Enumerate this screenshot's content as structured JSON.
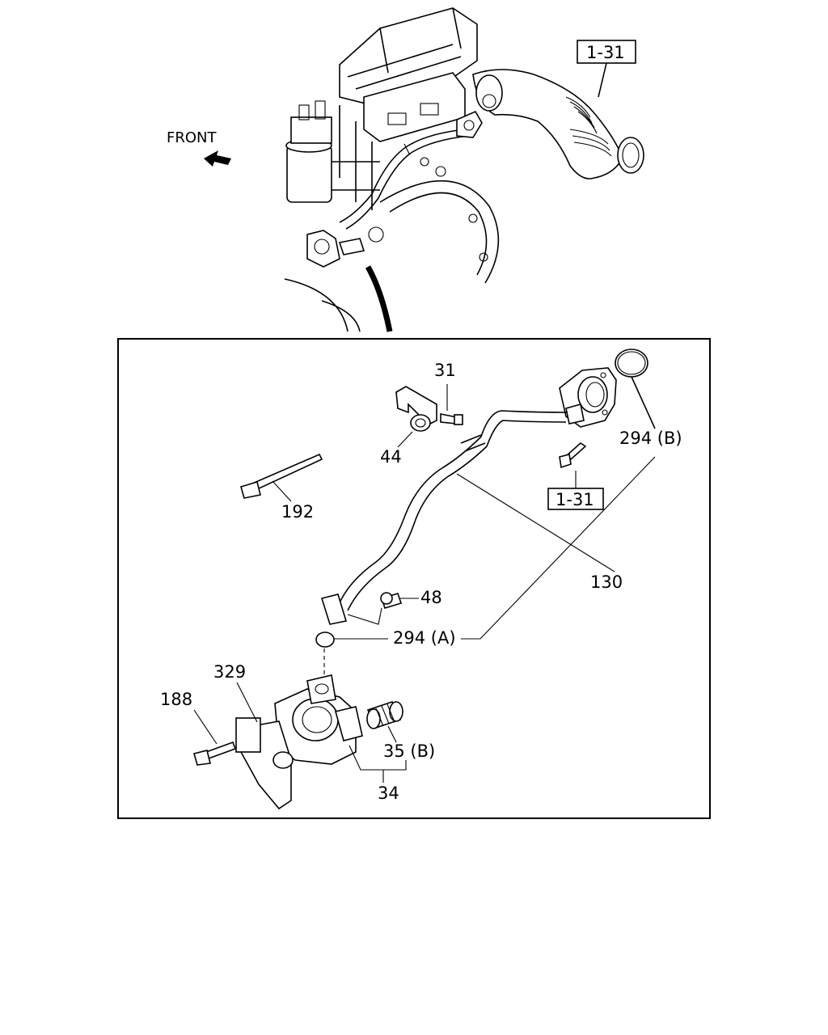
{
  "direction_label": "FRONT",
  "overview_ref": "1-31",
  "detail_ref": "1-31",
  "callouts": {
    "c31": "31",
    "c44": "44",
    "c192": "192",
    "c294b": "294 (B)",
    "c130": "130",
    "c48": "48",
    "c294a": "294 (A)",
    "c329": "329",
    "c188": "188",
    "c35b": "35 (B)",
    "c34": "34"
  }
}
